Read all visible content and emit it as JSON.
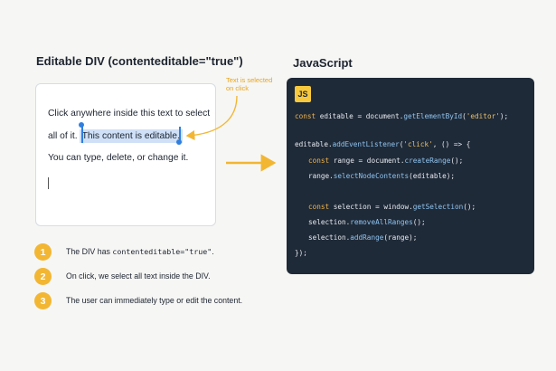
{
  "left_panel": {
    "title": "Editable DIV (contenteditable=\"true\")",
    "lines": {
      "line1": "Click anywhere inside this text to select",
      "line2_plain": "all of it.",
      "line2_selected": "This content is editable.",
      "line3": "You can type, delete, or change it."
    },
    "annotation": "Text is selected on click"
  },
  "right_panel": {
    "title": "JavaScript",
    "badge": "JS",
    "code": {
      "l1": {
        "kw": "const",
        "rest": " editable = document.",
        "fn": "getElementById",
        "args_open": "(",
        "str": "'editor'",
        "args_close": ");"
      },
      "l2": {
        "plain": "editable.",
        "fn": "addEventListener",
        "open": "(",
        "str": "'click'",
        "rest": ", () => {"
      },
      "l3": {
        "kw": "const",
        "rest": " range = document.",
        "fn": "createRange",
        "close": "();"
      },
      "l4": {
        "plain": "range.",
        "fn": "selectNodeContents",
        "close": "(editable);"
      },
      "l5": {
        "kw": "const",
        "rest": " selection = window.",
        "fn": "getSelection",
        "close": "();"
      },
      "l6": {
        "plain": "selection.",
        "fn": "removeAllRanges",
        "close": "();"
      },
      "l7": {
        "plain": "selection.",
        "fn": "addRange",
        "close": "(range);"
      },
      "l8": {
        "plain": "});"
      }
    }
  },
  "steps": [
    {
      "num": "1",
      "text_prefix": "The DIV has ",
      "text_code": "contenteditable=\"true\"",
      "text_suffix": "."
    },
    {
      "num": "2",
      "text": "On click, we select all text inside the DIV."
    },
    {
      "num": "3",
      "text": "The user can immediately type or edit the content."
    }
  ],
  "colors": {
    "accent": "#f2b632",
    "code_bg": "#1f2a38",
    "selection": "#cfe0f7",
    "handle": "#2f7fe0"
  }
}
